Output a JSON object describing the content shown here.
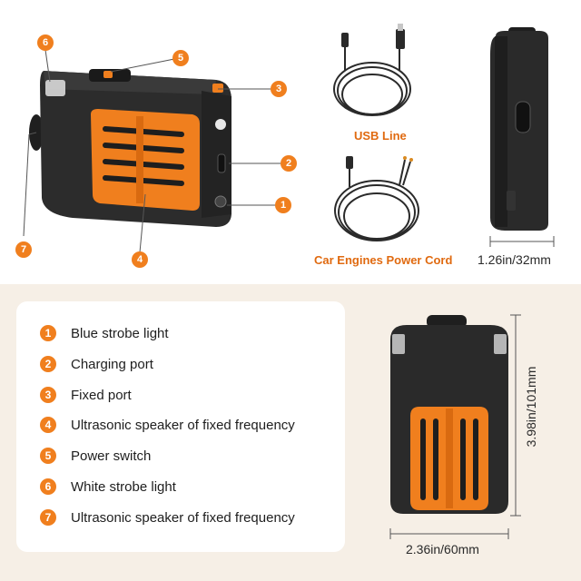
{
  "callouts": {
    "one": "1",
    "two": "2",
    "three": "3",
    "four": "4",
    "five": "5",
    "six": "6",
    "seven": "7"
  },
  "cables": {
    "usb_label": "USB Line",
    "car_label": "Car Engines Power Cord"
  },
  "dimensions": {
    "thickness": "1.26in/32mm",
    "height": "3.98in/101mm",
    "width": "2.36in/60mm"
  },
  "legend": {
    "items": [
      {
        "num": "1",
        "label": "Blue strobe light"
      },
      {
        "num": "2",
        "label": "Charging port"
      },
      {
        "num": "3",
        "label": "Fixed port"
      },
      {
        "num": "4",
        "label": "Ultrasonic speaker of fixed frequency"
      },
      {
        "num": "5",
        "label": "Power switch"
      },
      {
        "num": "6",
        "label": "White strobe light"
      },
      {
        "num": "7",
        "label": "Ultrasonic speaker of fixed frequency"
      }
    ]
  },
  "colors": {
    "accent": "#f07f1e",
    "device_body": "#2b2b2b",
    "panel_bg": "#f6efe6"
  }
}
